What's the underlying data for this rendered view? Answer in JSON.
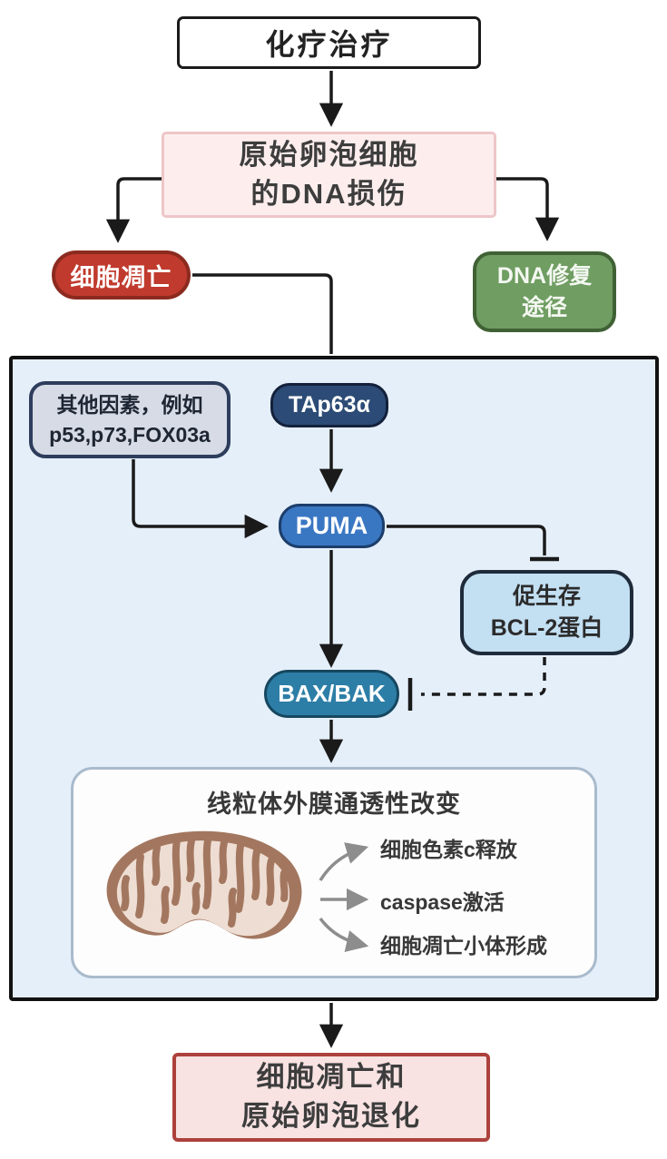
{
  "diagram": {
    "nodes": {
      "chemo": {
        "label": "化疗治疗"
      },
      "dna_damage": {
        "line1": "原始卵泡细胞",
        "line2": "的DNA损伤"
      },
      "apoptosis": {
        "label": "细胞凋亡"
      },
      "dna_repair": {
        "line1": "DNA修复",
        "line2": "途径"
      },
      "other_factors": {
        "line1": "其他因素，例如",
        "line2": "p53,p73,FOX03a"
      },
      "tap63a": {
        "label": "TAp63α"
      },
      "puma": {
        "label": "PUMA"
      },
      "bcl2": {
        "line1": "促生存",
        "line2": "BCL-2蛋白"
      },
      "baxbak": {
        "label": "BAX/BAK"
      },
      "momp": {
        "title": "线粒体外膜通透性改变",
        "outcomes": [
          "细胞色素c释放",
          "caspase激活",
          "细胞凋亡小体形成"
        ]
      },
      "final": {
        "line1": "细胞凋亡和",
        "line2": "原始卵泡退化"
      }
    },
    "colors": {
      "apoptosis_fill": "#c03a2d",
      "dna_repair_fill": "#6f9d62",
      "tap63a_fill": "#2c4b76",
      "puma_fill": "#3a77c3",
      "bcl2_fill": "#c3dff2",
      "baxbak_fill": "#2d7ea6",
      "container_fill": "#e5effa",
      "pink_fill": "#fdeeed",
      "final_fill": "#f8e2e2",
      "mitochondria_brown": "#a3775f",
      "arrow_black": "#1a1a1a",
      "arrow_gray": "#8d8d8d"
    }
  }
}
